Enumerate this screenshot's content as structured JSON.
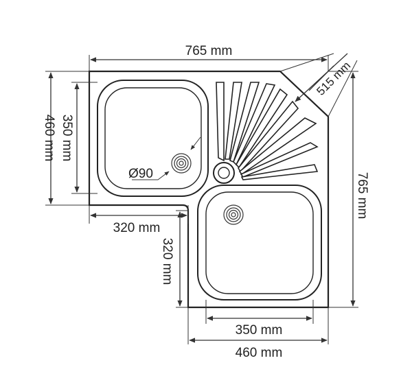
{
  "dimensions": {
    "top_width": "765 mm",
    "diagonal": "515 mm",
    "left_height": "460 mm",
    "bowl_height": "350 mm",
    "right_height": "765 mm",
    "inner_offset_x": "320 mm",
    "inner_offset_y": "320 mm",
    "bottom_bowl_width": "350 mm",
    "bottom_width": "460 mm"
  },
  "drain_label": "Ø90",
  "colors": {
    "line": "#222222",
    "background": "#ffffff"
  }
}
